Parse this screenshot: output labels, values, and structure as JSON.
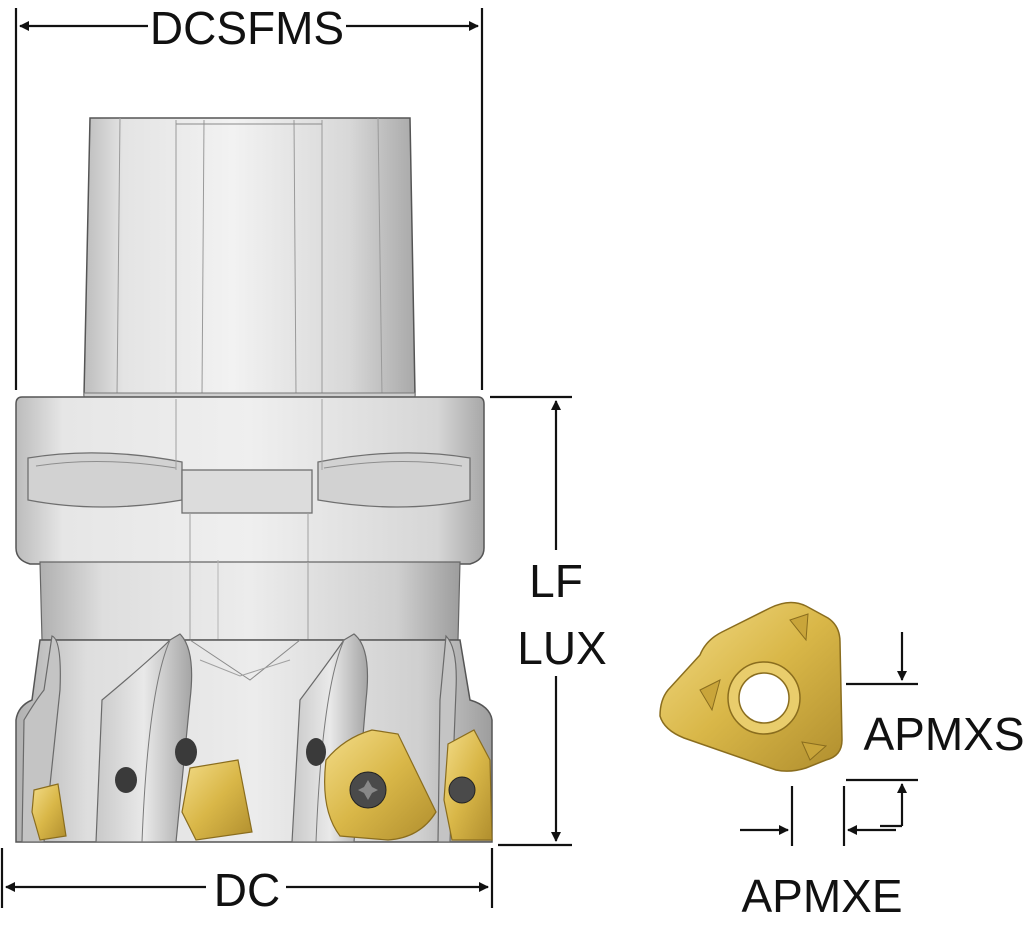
{
  "dimensions": {
    "shank_diameter": "DCSFMS",
    "functional_length": "LF",
    "usable_length": "LUX",
    "cutting_diameter": "DC",
    "insert_depth": "APMXS",
    "insert_edge": "APMXE"
  },
  "colors": {
    "body_light": "#e9e9e9",
    "body_mid": "#cfcfcf",
    "body_dark": "#9a9a9a",
    "insert_gold": "#d8b646",
    "insert_gold_light": "#f0d983",
    "insert_gold_dark": "#a9872a",
    "line": "#111111"
  }
}
